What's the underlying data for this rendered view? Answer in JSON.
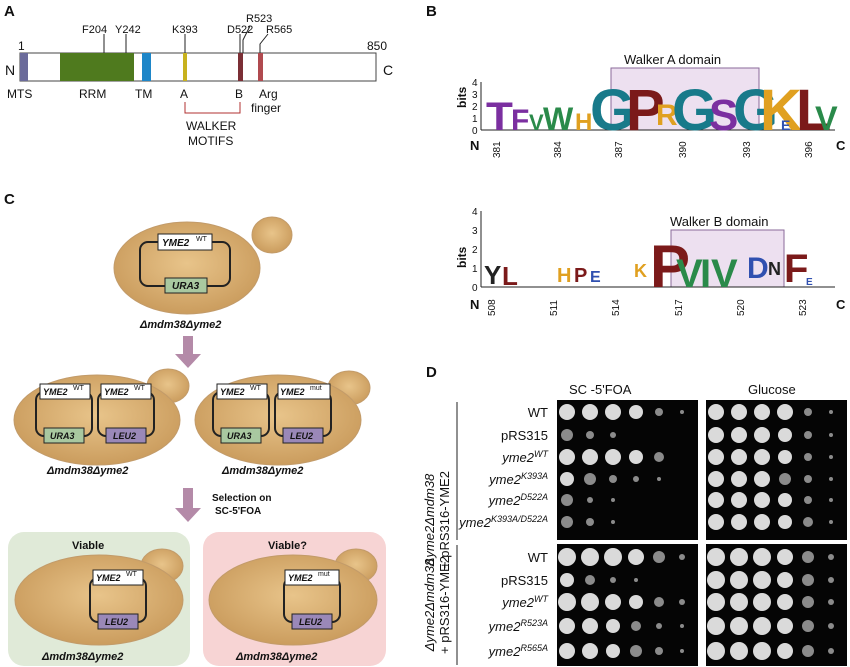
{
  "panels": {
    "A": {
      "letter": "A",
      "start": "1",
      "end": "850",
      "n_term": "N",
      "c_term": "C",
      "residues": {
        "f204": "F204",
        "y242": "Y242",
        "k393": "K393",
        "d522": "D522",
        "r523": "R523",
        "r565": "R565"
      },
      "domains": {
        "mts": "MTS",
        "rrm": "RRM",
        "tm": "TM",
        "a": "A",
        "b": "B",
        "arg1": "Arg",
        "arg2": "finger"
      },
      "walker": {
        "line1": "WALKER",
        "line2": "MOTIFS"
      },
      "colors": {
        "mts": "#6b6b9a",
        "rrm": "#4f7a1e",
        "tm": "#1e86c8",
        "walkerA": "#c8b21e",
        "walkerB": "#7b2f35",
        "arg": "#b04a4f"
      }
    },
    "B": {
      "letter": "B",
      "top": {
        "title": "Walker A domain",
        "ylabel": "bits",
        "yticks": [
          "0",
          "1",
          "2",
          "3",
          "4"
        ],
        "n": "N",
        "c": "C",
        "xticks": [
          "381",
          "384",
          "387",
          "390",
          "393",
          "396"
        ],
        "letters": [
          "T",
          "F",
          "V",
          "W",
          "H",
          "G",
          "P",
          "R",
          "G",
          "S",
          "G",
          "K",
          "E",
          "L",
          "V"
        ]
      },
      "bottom": {
        "title": "Walker B domain",
        "ylabel": "bits",
        "yticks": [
          "0",
          "1",
          "2",
          "3",
          "4"
        ],
        "n": "N",
        "c": "C",
        "xticks": [
          "508",
          "511",
          "514",
          "517",
          "520",
          "523"
        ],
        "letters": [
          "Y",
          "L",
          "H",
          "P",
          "E",
          "K",
          "P",
          "V",
          "I",
          "V",
          "D",
          "N",
          "F",
          "E"
        ]
      }
    },
    "C": {
      "letter": "C",
      "plasmid_wt": "YME2",
      "wt_sup": "WT",
      "mut_sup": "mut",
      "ura3": "URA3",
      "leu2": "LEU2",
      "strain": "Δmdm38Δyme2",
      "selection_line1": "Selection on",
      "selection_line2": "SC-5'FOA",
      "viable": "Viable",
      "viable_q": "Viable?"
    },
    "D": {
      "letter": "D",
      "col1": "SC -5'FOA",
      "col2": "Glucose",
      "side1_line1": "Δyme2Δmdm38",
      "side1_line2": "+ pRS316-YME2",
      "side2_line1": "Δyme2Δmdm38",
      "side2_line2": "+ pRS316-YME2",
      "group1": [
        {
          "base": "WT",
          "sup": ""
        },
        {
          "base": "pRS315",
          "sup": ""
        },
        {
          "base": "yme2",
          "sup": "WT"
        },
        {
          "base": "yme2",
          "sup": "K393A"
        },
        {
          "base": "yme2",
          "sup": "D522A"
        },
        {
          "base": "yme2",
          "sup": "K393A/D522A"
        }
      ],
      "group2": [
        {
          "base": "WT",
          "sup": ""
        },
        {
          "base": "pRS315",
          "sup": ""
        },
        {
          "base": "yme2",
          "sup": "WT"
        },
        {
          "base": "yme2",
          "sup": "R523A"
        },
        {
          "base": "yme2",
          "sup": "R565A"
        }
      ]
    }
  }
}
